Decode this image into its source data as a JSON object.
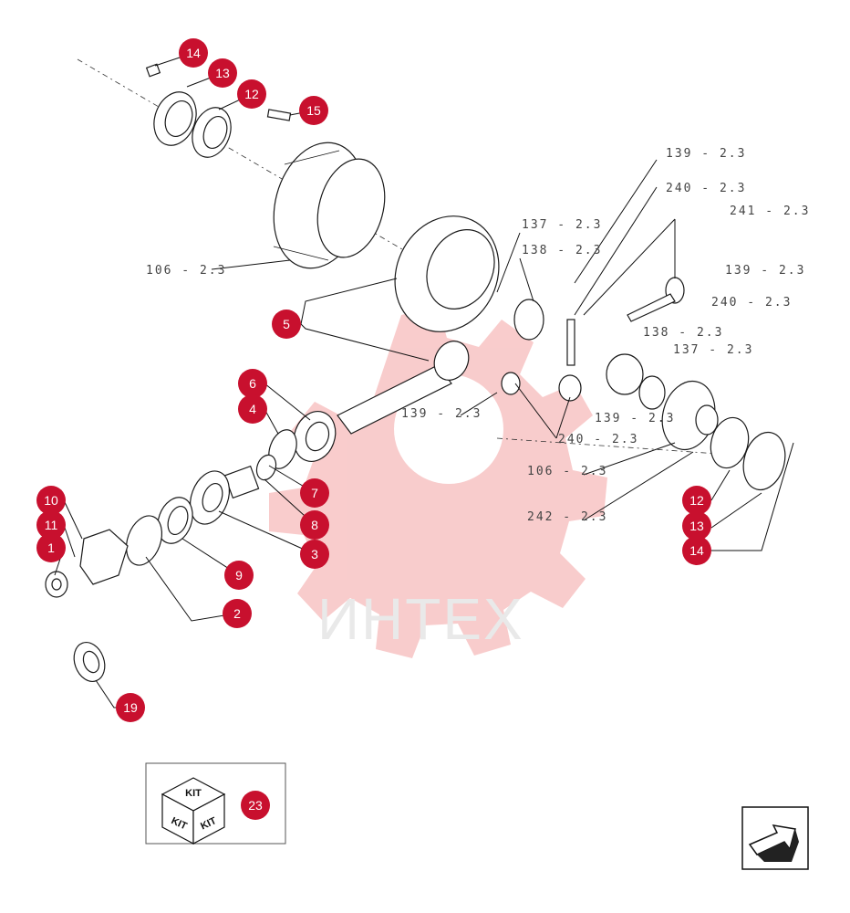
{
  "watermark": {
    "brand": "ИНТЕХ",
    "color": "#f5b5b5"
  },
  "callout_color": "#c8102e",
  "callouts": [
    "14",
    "13",
    "12",
    "15",
    "5",
    "6",
    "4",
    "10",
    "11",
    "1",
    "2",
    "9",
    "7",
    "8",
    "3",
    "19",
    "12",
    "13",
    "14",
    "23"
  ],
  "refs": [
    "139 - 2.3",
    "240 - 2.3",
    "241 - 2.3",
    "137 - 2.3",
    "138 - 2.3",
    "139 - 2.3",
    "106 - 2.3",
    "240 - 2.3",
    "138 - 2.3",
    "137 - 2.3",
    "139 - 2.3",
    "139 - 2.3",
    "240 - 2.3",
    "106 - 2.3",
    "242 - 2.3"
  ],
  "kit": {
    "label": "KIT",
    "callout": "23"
  },
  "nav_icon": "next-page-arrow-icon"
}
